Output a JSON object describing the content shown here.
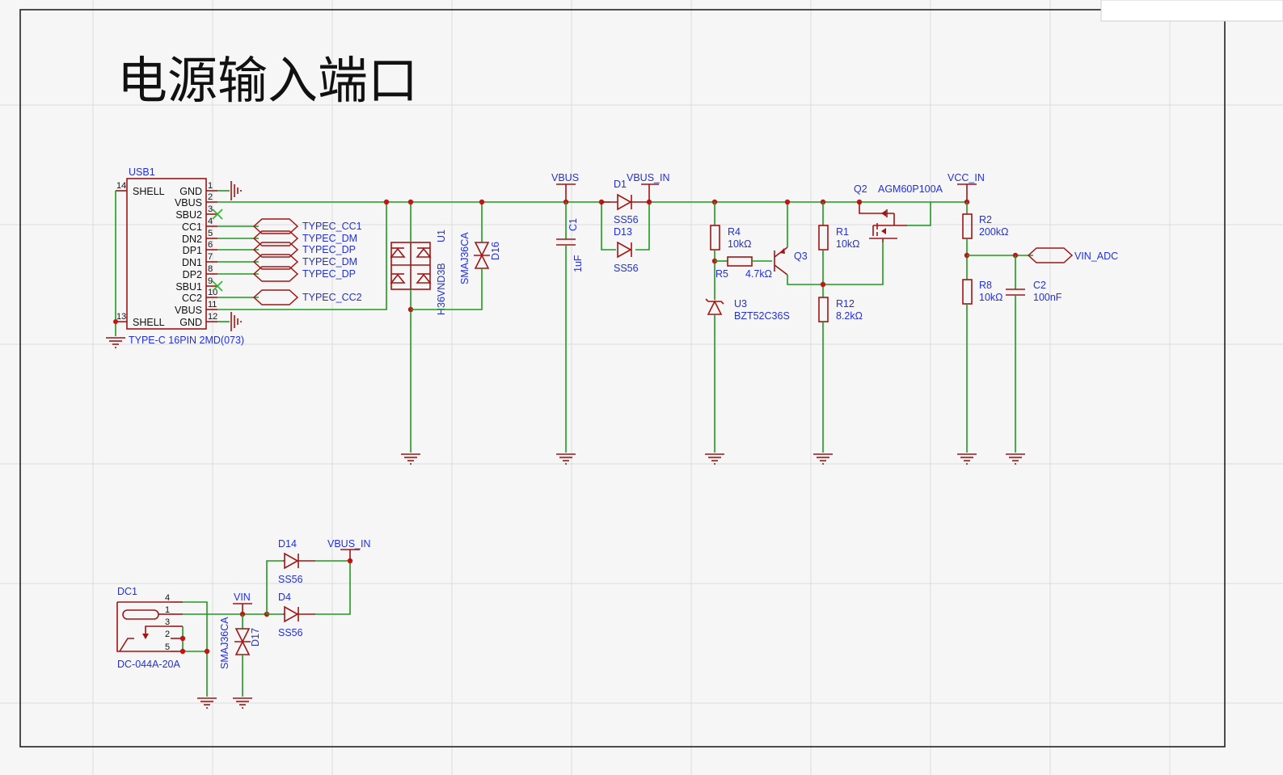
{
  "title": "电源输入端口",
  "usb": {
    "ref": "USB1",
    "part": "TYPE-C 16PIN 2MD(073)",
    "left_pins": [
      {
        "num": "14",
        "name": "SHELL"
      },
      {
        "num": "13",
        "name": "SHELL"
      }
    ],
    "right_pins": [
      {
        "num": "1",
        "name": "GND"
      },
      {
        "num": "2",
        "name": "VBUS"
      },
      {
        "num": "3",
        "name": "SBU2"
      },
      {
        "num": "4",
        "name": "CC1"
      },
      {
        "num": "5",
        "name": "DN2"
      },
      {
        "num": "6",
        "name": "DP1"
      },
      {
        "num": "7",
        "name": "DN1"
      },
      {
        "num": "8",
        "name": "DP2"
      },
      {
        "num": "9",
        "name": "SBU1"
      },
      {
        "num": "10",
        "name": "CC2"
      },
      {
        "num": "11",
        "name": "VBUS"
      },
      {
        "num": "12",
        "name": "GND"
      }
    ],
    "net_labels": [
      "TYPEC_CC1",
      "TYPEC_DM",
      "TYPEC_DP",
      "TYPEC_DM",
      "TYPEC_DP",
      "TYPEC_CC2"
    ]
  },
  "u1": {
    "ref": "U1",
    "part": "H36VND3B"
  },
  "d16": {
    "ref": "D16",
    "part": "SMAJ36CA"
  },
  "c1": {
    "ref": "C1",
    "value": "1uF"
  },
  "vbus_label": "VBUS",
  "d1": {
    "ref": "D1",
    "part": "SS56"
  },
  "d13": {
    "ref": "D13",
    "part": "SS56"
  },
  "vbus_in_label": "VBUS_IN",
  "r4": {
    "ref": "R4",
    "value": "10kΩ"
  },
  "r5": {
    "ref": "R5",
    "value": "4.7kΩ"
  },
  "q3": {
    "ref": "Q3"
  },
  "u3": {
    "ref": "U3",
    "part": "BZT52C36S"
  },
  "r1": {
    "ref": "R1",
    "value": "10kΩ"
  },
  "r12": {
    "ref": "R12",
    "value": "8.2kΩ"
  },
  "q2": {
    "ref": "Q2",
    "part": "AGM60P100A"
  },
  "vcc_in_label": "VCC_IN",
  "r2": {
    "ref": "R2",
    "value": "200kΩ"
  },
  "r8": {
    "ref": "R8",
    "value": "10kΩ"
  },
  "c2": {
    "ref": "C2",
    "value": "100nF"
  },
  "vin_adc_label": "VIN_ADC",
  "dc1": {
    "ref": "DC1",
    "part": "DC-044A-20A",
    "pins": [
      "4",
      "1",
      "3",
      "2",
      "5"
    ]
  },
  "vin_label": "VIN",
  "d17": {
    "ref": "D17",
    "part": "SMAJ36CA"
  },
  "d14": {
    "ref": "D14",
    "part": "SS56"
  },
  "d4": {
    "ref": "D4",
    "part": "SS56"
  },
  "vbus_in_label2": "VBUS_IN",
  "colors": {
    "wire": "#1e9a1e",
    "component": "#a11515",
    "label": "#2330d8",
    "junction": "#c41414"
  }
}
